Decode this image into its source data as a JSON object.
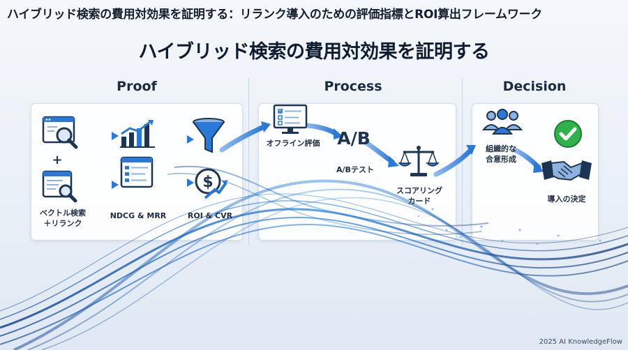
{
  "header": {
    "title": "ハイブリッド検索の費用対効果を証明する：リランク導入のための評価指標とROI算出フレームワーク"
  },
  "main_title": "ハイブリッド検索の費用対効果を証明する",
  "sections": {
    "proof": {
      "heading": "Proof",
      "steps": {
        "hybrid_search": {
          "label_line1": "ベクトル検索",
          "label_line2": "＋リランク",
          "plus": "+"
        },
        "metrics": {
          "label": "NDCG & MRR"
        },
        "roi": {
          "label": "ROI & CVR"
        }
      }
    },
    "process": {
      "heading": "Process",
      "steps": {
        "offline": {
          "label": "オフライン評価"
        },
        "ab_test": {
          "label": "A/Bテスト",
          "glyph": "A/B"
        },
        "scorecard": {
          "label_line1": "スコアリング",
          "label_line2": "カード"
        }
      }
    },
    "decision": {
      "heading": "Decision",
      "steps": {
        "consensus": {
          "label_line1": "組織的な",
          "label_line2": "合意形成"
        },
        "decision": {
          "label": "導入の決定"
        }
      }
    }
  },
  "footer": {
    "text": "2025 AI KnowledgeFlow"
  },
  "colors": {
    "primary_blue": "#1f6fd1",
    "dark_navy": "#1c3553",
    "accent_orange": "#f29a2e",
    "accent_green": "#2eb24a"
  }
}
